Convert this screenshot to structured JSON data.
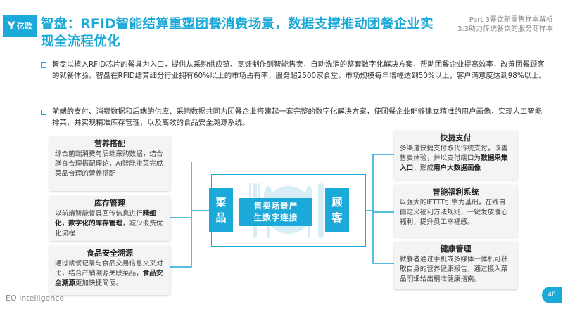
{
  "logo": {
    "text": "亿欧"
  },
  "title": "智盘：RFID智能结算重塑团餐消费场景，数据支撑推动团餐企业实现全流程优化",
  "header_right": {
    "line1": "Part 3餐饮新零售样本解析",
    "line2": "3.3助力传统餐饮的服务商样本"
  },
  "bullets": [
    "智盘以植入RFID芯片的餐具为入口，提供从采购供应链、烹饪制作到智能售卖，自动洗消的整套数字化解决方案，帮助团餐企业提高效率，改善团餐顾客的就餐体验。智盘在RFID结算细分行业拥有60%以上的市场占有率，服务超2500家食堂。市场规模每年增幅达到50%以上，客户满意度达到98%以上。",
    "前端的支付、消费数据和后端的供应、采购数据共同为团餐企业搭建起一套完整的数字化解决方案，使团餐企业能够建立精准的用户画像，实现人工智能排菜，并实现精准库存管理，以及高效的食品安全溯源系统。"
  ],
  "left_cards": [
    {
      "title": "营养搭配",
      "text": "综合前端消费与后端采购数据，结合膳食合理搭配理论，AI智能排菜完成菜品合理的营养搭配"
    },
    {
      "title": "库存管理",
      "text_pre": "以前端智能餐具回传信息进行",
      "text_bold": "精细化，数字化的库存管理",
      "text_post": "，减少浪费优化流程"
    },
    {
      "title": "食品安全溯源",
      "text_pre": "通过就餐记录与食品交易信息交叉对比，结合产销溯源关联菜品，",
      "text_bold": "食品安全溯源",
      "text_post": "更加快捷简便。"
    }
  ],
  "right_cards": [
    {
      "title": "快捷支付",
      "text_pre": "多渠道快捷支付取代传统支付，改善售卖体验，并以支付端口为",
      "text_bold": "数据采集入口",
      "text_mid": "，形成",
      "text_bold2": "用户大数据画像"
    },
    {
      "title": "智能福利系统",
      "text": "以强大的IFTTT引擎为基础，在线自由定义福利方法规则，一键发放暖心福利，提升员工幸福感。"
    },
    {
      "title": "健康管理",
      "text": "就餐者通过手机或多媒体一体机可获取自身的营养健康报告，通过摄入菜品明细给出精准健康指南。"
    }
  ],
  "hub": {
    "left_label": [
      "菜",
      "品"
    ],
    "right_label": [
      "顾",
      "客"
    ],
    "center_line1": "售卖场景产",
    "center_line2": "生数字连接"
  },
  "footer": "EO Intelligence",
  "page_number": "48",
  "colors": {
    "accent": "#1aa9d8",
    "card_bg": "#f3f4f6"
  },
  "icons": [
    "tableware-silhouette-icon",
    "bullet-square-icon"
  ]
}
